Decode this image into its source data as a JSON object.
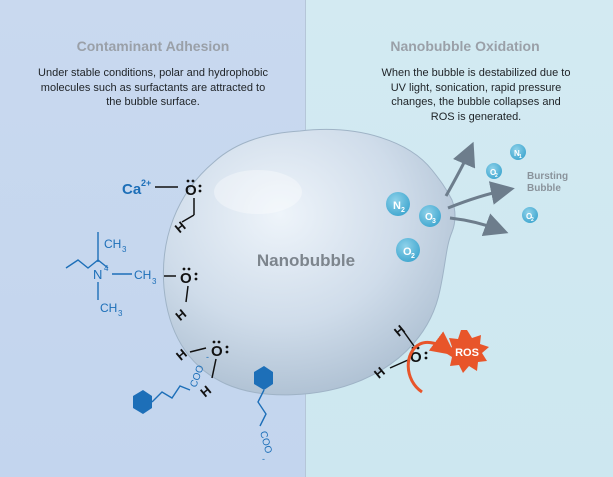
{
  "left_panel": {
    "title": "Contaminant Adhesion",
    "description": "Under stable conditions, polar and hydrophobic molecules such as surfactants are attracted to the bubble surface."
  },
  "right_panel": {
    "title": "Nanobubble Oxidation",
    "description": "When the bubble is destabilized due to UV light, sonication, rapid pressure changes, the bubble collapses and ROS is generated."
  },
  "bubble": {
    "label": "Nanobubble"
  },
  "molecules": {
    "calcium_ion": "Ca",
    "calcium_charge": "2+",
    "water_oxygen": "O",
    "water_hydrogen": "H",
    "quat_nitrogen": "N",
    "quat_charge": "4",
    "methyl_c": "CH",
    "methyl_sub": "3",
    "carboxylate": "COO",
    "carboxylate_charge": "-"
  },
  "gases": {
    "n2_symbol": "N",
    "n2_sub": "2",
    "o3_symbol": "O",
    "o3_sub": "3",
    "o2_symbol": "O",
    "o2_sub": "2",
    "n1_sub": "1"
  },
  "bursting_label": "Bursting Bubble",
  "ros_label": "ROS",
  "colors": {
    "left_bg": "#c6d7ee",
    "right_bg": "#d0e8f1",
    "blue_molecule": "#1d6fb8",
    "gas_circle": "#5db6d8",
    "ros_star": "#e8552a",
    "title_grey": "#9aa0a8"
  }
}
